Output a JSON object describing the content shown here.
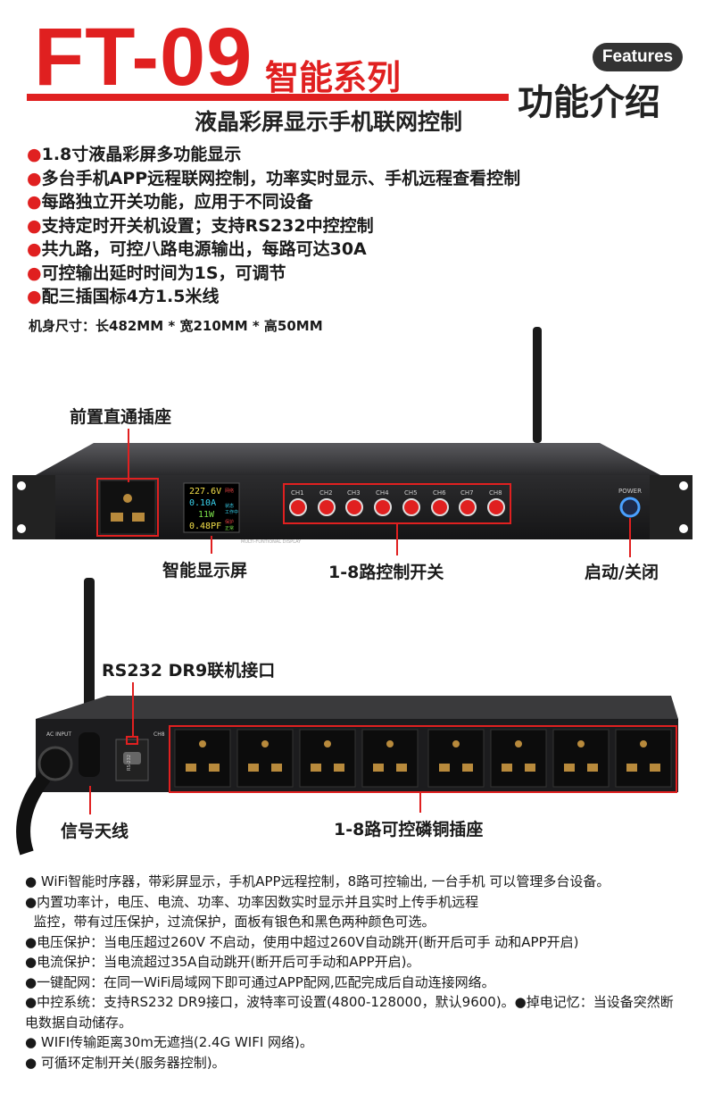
{
  "header": {
    "model": "FT-09",
    "series": "智能系列",
    "subtitle": "液晶彩屏显示手机联网控制",
    "features_pill": "Features",
    "features_title": "功能介绍"
  },
  "bullets": [
    "1.8寸液晶彩屏多功能显示",
    "多台手机APP远程联网控制，功率实时显示、手机远程查看控制",
    "每路独立开关功能，应用于不同设备",
    "支持定时开关机设置；支持RS232中控控制",
    "共九路，可控八路电源输出，每路可达30A",
    "可控输出延时时间为1S，可调节",
    "配三插国标4方1.5米线"
  ],
  "bullet_mark": "●",
  "dimensions": "机身尺寸：长482MM * 宽210MM * 高50MM",
  "front_panel": {
    "label_socket": "前置直通插座",
    "label_display": "智能显示屏",
    "label_switches": "1-8路控制开关",
    "label_power": "启动/关闭",
    "display_lines": [
      "227.6V",
      "0.10A",
      "11W",
      "0.48PF"
    ],
    "display_side": [
      "网络",
      "状态",
      "工作中",
      "保护",
      "正常"
    ],
    "display_caption": "MULTI-FUNTIONAL DISPLAY",
    "channels": [
      "CH1",
      "CH2",
      "CH3",
      "CH4",
      "CH5",
      "CH6",
      "CH7",
      "CH8"
    ],
    "power_text": "POWER"
  },
  "rear_panel": {
    "label_rs232": "RS232 DR9联机接口",
    "label_antenna": "信号天线",
    "label_outlets": "1-8路可控磷铜插座",
    "ac_input": "AC INPUT",
    "rs232_text": "RS-232",
    "ch_text": "CH8"
  },
  "description": [
    "● WiFi智能时序器，带彩屏显示，手机APP远程控制，8路可控输出, 一台手机  可以管理多台设备。",
    "●内置功率计，电压、电流、功率、功率因数实时显示并且实时上传手机远程",
    "  监控，带有过压保护，过流保护，面板有银色和黑色两种颜色可选。",
    "●电压保护：当电压超过260V 不启动，使用中超过260V自动跳开(断开后可手  动和APP开启)",
    "●电流保护：当电流超过35A自动跳开(断开后可手动和APP开启)。",
    "●一键配网：在同一WiFi局域网下即可通过APP配网,匹配完成后自动连接网络。",
    "●中控系统：支持RS232 DR9接口，波特率可设置(4800-128000，默认9600)。●掉电记忆：当设备突然断电数据自动储存。",
    "● WIFI传输距离30m无遮挡(2.4G WIFI 网络)。",
    "● 可循环定制开关(服务器控制)。"
  ],
  "colors": {
    "accent": "#e02020",
    "dark": "#333333",
    "panel": "#1c1c1e"
  }
}
